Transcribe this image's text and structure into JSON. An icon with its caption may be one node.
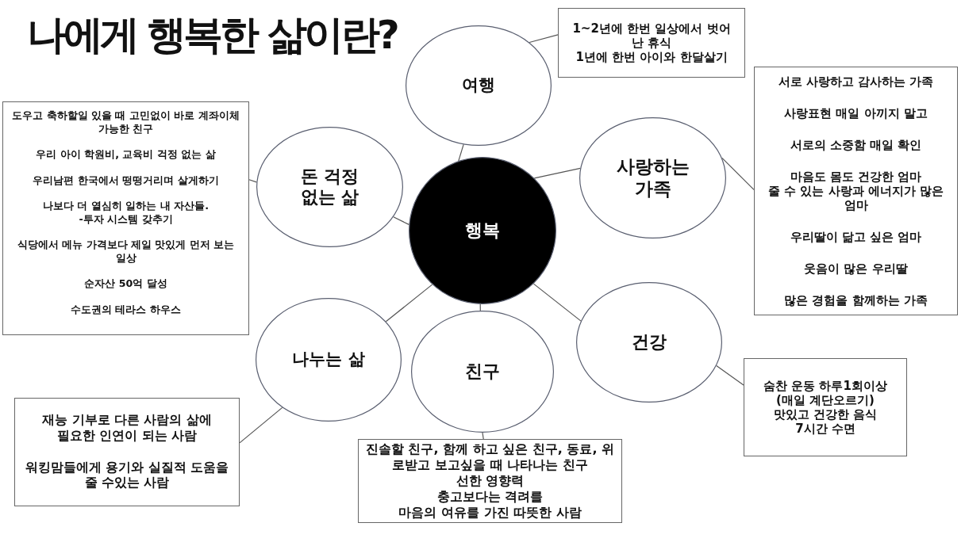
{
  "diagram": {
    "title": "나에게 행복한 삶이란?",
    "nodes": [
      {
        "text": [
          "행복"
        ]
      },
      {
        "text": [
          "여행"
        ]
      },
      {
        "text": [
          "1~2년에 한번 일상에서 벗어난 휴식",
          "1년에 한번 아이와 한달살기"
        ]
      },
      {
        "text": [
          "사랑하는 가족"
        ]
      },
      {
        "text": [
          "서로 사랑하고 감사하는 가족",
          "사랑표현 매일 아끼지 말고",
          "서로의 소중함 매일 확인",
          "마음도 몸도 건강한 엄마",
          "줄 수 있는 사랑과 에너지가 많은 엄마",
          "우리딸이 닮고 싶은 엄마",
          "웃음이 많은 우리딸",
          "많은 경험을 함께하는 가족"
        ]
      },
      {
        "text": [
          "건강"
        ]
      },
      {
        "text": [
          "숨찬 운동 하루1회이상 (매일 계단오르기)",
          "맛있고 건강한 음식",
          "7시간 수면"
        ]
      },
      {
        "text": [
          "친구"
        ]
      },
      {
        "text": [
          "진솔할 친구, 함께 하고 싶은 친구, 동료, 위로받고 보고싶을 때 나타나는 친구",
          "선한 영향력",
          "충고보다는 격려를",
          "마음의 여유를 가진 따뜻한 사람"
        ]
      },
      {
        "text": [
          "나누는 삶"
        ]
      },
      {
        "text": [
          "재능 기부로 다른 사람의 삶에 필요한 인연이 되는 사람",
          "워킹맘들에게 용기와 실질적 도움을 줄 수있는 사람"
        ]
      },
      {
        "text": [
          "돈 걱정 없는 삶"
        ]
      },
      {
        "text": [
          "도우고 축하할일 있을 때 고민없이 바로 계좌이체 가능한 친구",
          "우리 아이 학원비, 교육비 걱정 없는 삶",
          "우리남편 한국에서 떵떵거리며 살게하기",
          "나보다 더 열심히 일하는 내 자산들.",
          "-투자 시스템 갖추기",
          "식당에서 메뉴 가격보다 제일 맛있게 먼저 보는 일상",
          "순자산 50억 달성",
          "수도권의 테라스 하우스"
        ]
      }
    ],
    "edges": [
      {
        "from": 0,
        "to": 1,
        "arrow": "none"
      },
      {
        "from": 1,
        "to": 2,
        "arrow": "none"
      },
      {
        "from": 0,
        "to": 3,
        "arrow": "none"
      },
      {
        "from": 3,
        "to": 4,
        "arrow": "none"
      },
      {
        "from": 0,
        "to": 5,
        "arrow": "none"
      },
      {
        "from": 5,
        "to": 6,
        "arrow": "none"
      },
      {
        "from": 0,
        "to": 7,
        "arrow": "none"
      },
      {
        "from": 7,
        "to": 8,
        "arrow": "none"
      },
      {
        "from": 0,
        "to": 9,
        "arrow": "none"
      },
      {
        "from": 9,
        "to": 10,
        "arrow": "none"
      },
      {
        "from": 0,
        "to": 11,
        "arrow": "none"
      },
      {
        "from": 11,
        "to": 12,
        "arrow": "none"
      }
    ]
  }
}
